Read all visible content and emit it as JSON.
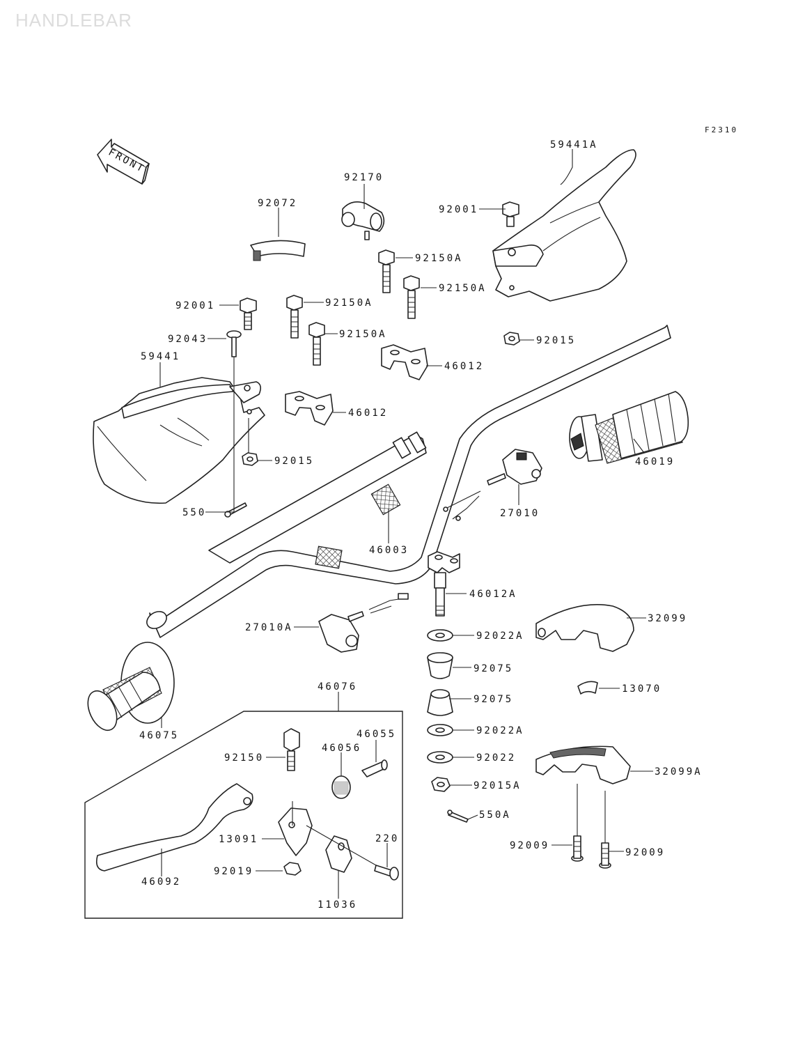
{
  "header": {
    "watermark": "HANDLEBAR",
    "figure_code": "F2310",
    "front_arrow": "FRONT"
  },
  "icons": {
    "front_arrow": "front-direction-arrow-icon"
  },
  "colors": {
    "line": "#222222",
    "background": "#ffffff",
    "watermark": "#dcdcdc"
  },
  "parts": {
    "p59441A": "59441A",
    "p92170": "92170",
    "p92072": "92072",
    "p92001_right": "92001",
    "p92150A_1": "92150A",
    "p92150A_2": "92150A",
    "p92150A_3": "92150A",
    "p92150A_4": "92150A",
    "p92001_left": "92001",
    "p92043": "92043",
    "p59441": "59441",
    "p92015_right": "92015",
    "p46012_upper": "46012",
    "p46012_lower": "46012",
    "p46019": "46019",
    "p92015_left": "92015",
    "p27010": "27010",
    "p550": "550",
    "p46003": "46003",
    "p46012A": "46012A",
    "p27010A": "27010A",
    "p32099": "32099",
    "p92022A_1": "92022A",
    "p92075_1": "92075",
    "p13070": "13070",
    "p92075_2": "92075",
    "p46076": "46076",
    "p92022A_2": "92022A",
    "p46075": "46075",
    "p46055": "46055",
    "p92150": "92150",
    "p46056": "46056",
    "p92022": "92022",
    "p32099A": "32099A",
    "p92015A": "92015A",
    "p550A": "550A",
    "p13091": "13091",
    "p220": "220",
    "p92009_left": "92009",
    "p92009_right": "92009",
    "p92019": "92019",
    "p46092": "46092",
    "p11036": "11036"
  }
}
